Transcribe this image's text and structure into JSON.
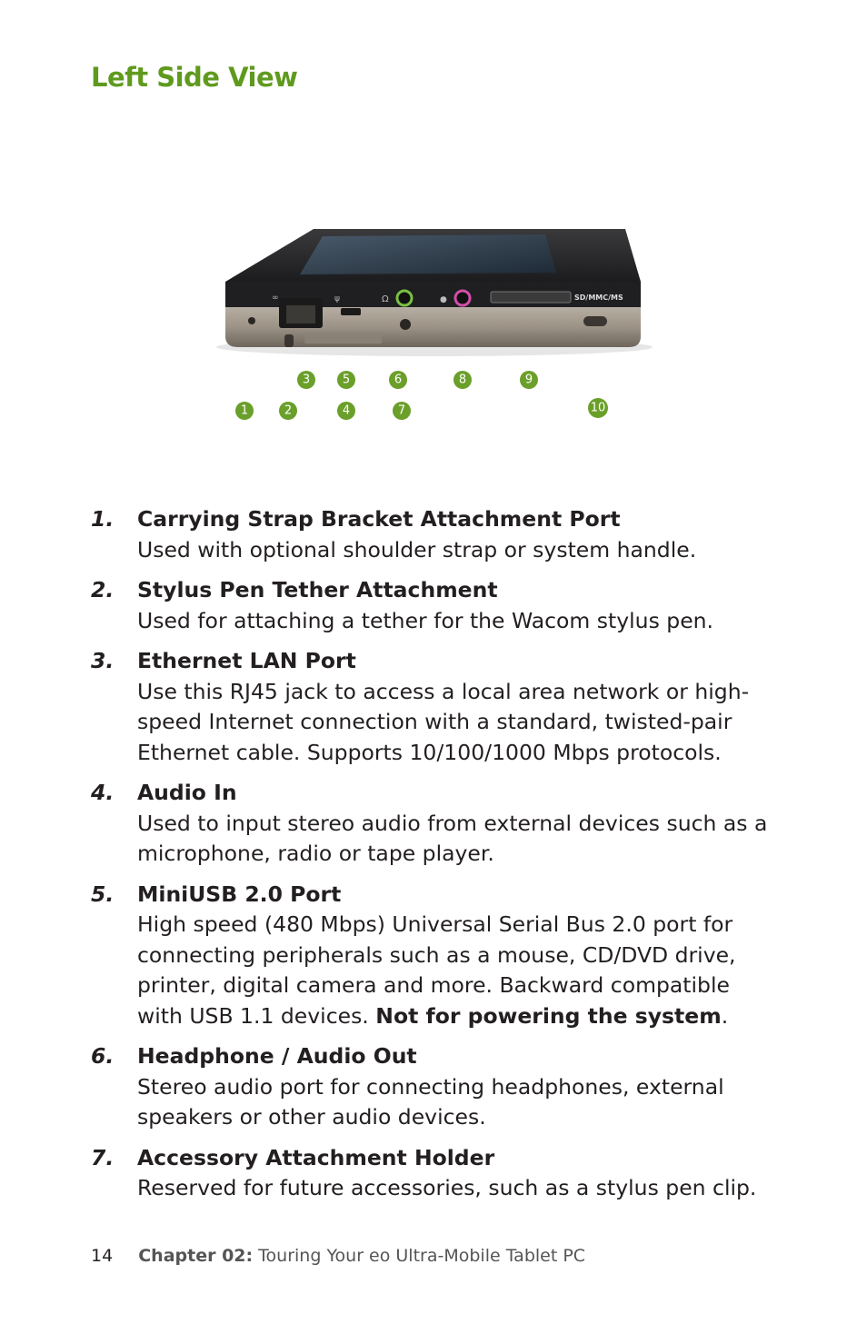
{
  "page_title": "Left Side View",
  "device_labels": {
    "card_slot": "SD/MMC/MS"
  },
  "callouts": [
    "1",
    "2",
    "3",
    "4",
    "5",
    "6",
    "7",
    "8",
    "9",
    "10"
  ],
  "items": [
    {
      "num": "1.",
      "heading": "Carrying Strap Bracket Attachment Port",
      "desc": "Used with optional shoulder strap or system handle."
    },
    {
      "num": "2.",
      "heading": "Stylus Pen Tether Attachment",
      "desc": "Used for attaching a tether for the Wacom stylus pen."
    },
    {
      "num": "3.",
      "heading": "Ethernet LAN Port",
      "desc": "Use this RJ45 jack to access a local area network or high-speed Internet connection with a standard, twisted-pair Ethernet cable. Supports 10/100/1000 Mbps protocols."
    },
    {
      "num": "4.",
      "heading": "Audio In",
      "desc": "Used to input stereo audio from external devices such as a microphone, radio or tape player."
    },
    {
      "num": "5.",
      "heading": "MiniUSB 2.0 Port",
      "desc": "High speed (480 Mbps) Universal Serial Bus 2.0 port for connecting peripherals such as a mouse, CD/DVD drive, printer, digital camera and more. Backward compatible with USB 1.1 devices.",
      "desc_bold": "Not for powering the system",
      "desc_end": "."
    },
    {
      "num": "6.",
      "heading": "Headphone / Audio Out",
      "desc": "Stereo audio port for connecting headphones, external speakers or other audio devices."
    },
    {
      "num": "7.",
      "heading": "Accessory Attachment Holder",
      "desc": "Reserved for future accessories, such as a stylus pen clip."
    }
  ],
  "footer": {
    "page_number": "14",
    "chapter": "Chapter 02:",
    "chapter_title": "Touring Your eo Ultra-Mobile Tablet PC"
  },
  "colors": {
    "heading_green": "#5f9a1e",
    "callout_green": "#6a9f2a",
    "headphone_ring": "#7ac143",
    "mic_ring": "#d14fa8"
  }
}
